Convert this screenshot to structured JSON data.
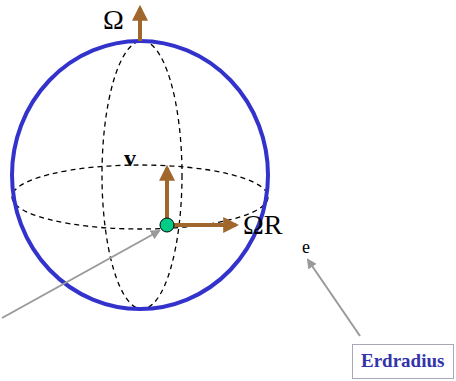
{
  "diagram": {
    "nodes": [
      {
        "text": [
          "Erdradius"
        ]
      }
    ],
    "labels": [
      "Ω",
      "v",
      "ΩR",
      "e"
    ]
  }
}
